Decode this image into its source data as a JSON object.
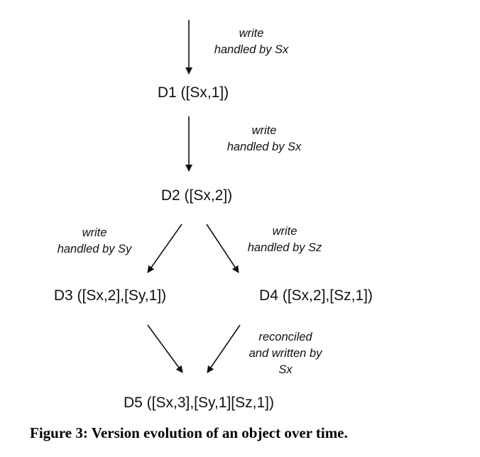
{
  "nodes": {
    "d1": "D1 ([Sx,1])",
    "d2": "D2 ([Sx,2])",
    "d3": "D3 ([Sx,2],[Sy,1])",
    "d4": "D4 ([Sx,2],[Sz,1])",
    "d5": "D5 ([Sx,3],[Sy,1][Sz,1])"
  },
  "edges": {
    "in_d1": {
      "line1": "write",
      "line2": "handled by Sx"
    },
    "d1_d2": {
      "line1": "write",
      "line2": "handled by Sx"
    },
    "d2_d3": {
      "line1": "write",
      "line2": "handled by Sy"
    },
    "d2_d4": {
      "line1": "write",
      "line2": "handled by Sz"
    },
    "d4_d5": {
      "line1": "reconciled",
      "line2": "and written by",
      "line3": "Sx"
    }
  },
  "caption": "Figure 3: Version evolution of an object over time."
}
